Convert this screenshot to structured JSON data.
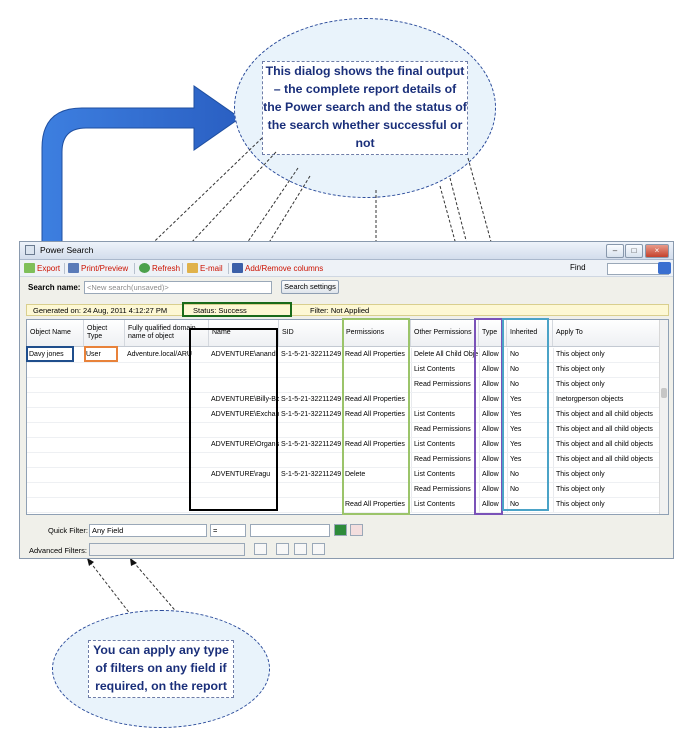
{
  "callouts": {
    "top": "This dialog shows the final output – the complete report details of the Power search and the status of the search whether successful or not",
    "bottom": "You can apply any type of filters on any field if required, on the report"
  },
  "window": {
    "title": "Power Search"
  },
  "toolbar": {
    "export": "Export",
    "print_preview": "Print/Preview",
    "refresh": "Refresh",
    "email": "E-mail",
    "add_remove_columns": "Add/Remove columns",
    "find_label": "Find"
  },
  "search": {
    "label": "Search name:",
    "value": "<New search(unsaved)>",
    "settings_button": "Search settings"
  },
  "status": {
    "generated": "Generated on: 24 Aug, 2011 4:12:27 PM",
    "status": "Status: Success",
    "filter": "Filter: Not Applied"
  },
  "table": {
    "columns": [
      "Object Name",
      "Object Type",
      "Fully qualified domain name of object",
      "Name",
      "SID",
      "Permissions",
      "Other Permissions",
      "Type",
      "Inherited",
      "Apply To"
    ],
    "rows": [
      [
        "Davy jones",
        "User",
        "Adventure.local/ARU",
        "ADVENTURE\\anand",
        "S-1-5-21-32211249",
        "Read All Properties",
        "Delete All Child Obje",
        "Allow",
        "No",
        "This object only"
      ],
      [
        "",
        "",
        "",
        "",
        "",
        "",
        "List Contents",
        "Allow",
        "No",
        "This object only"
      ],
      [
        "",
        "",
        "",
        "",
        "",
        "",
        "Read Permissions",
        "Allow",
        "No",
        "This object only"
      ],
      [
        "",
        "",
        "",
        "ADVENTURE\\Billy-Bowdan",
        "S-1-5-21-32211249",
        "Read All Properties",
        "",
        "Allow",
        "Yes",
        "Inetorgperson objects"
      ],
      [
        "",
        "",
        "",
        "ADVENTURE\\Exchange Tru",
        "S-1-5-21-32211249",
        "Read All Properties",
        "List Contents",
        "Allow",
        "Yes",
        "This object and all child objects"
      ],
      [
        "",
        "",
        "",
        "",
        "",
        "",
        "Read Permissions",
        "Allow",
        "Yes",
        "This object and all child objects"
      ],
      [
        "",
        "",
        "",
        "ADVENTURE\\Organization",
        "S-1-5-21-32211249",
        "Read All Properties",
        "List Contents",
        "Allow",
        "Yes",
        "This object and all child objects"
      ],
      [
        "",
        "",
        "",
        "",
        "",
        "",
        "Read Permissions",
        "Allow",
        "Yes",
        "This object and all child objects"
      ],
      [
        "",
        "",
        "",
        "ADVENTURE\\ragu",
        "S-1-5-21-32211249",
        "Delete",
        "List Contents",
        "Allow",
        "No",
        "This object only"
      ],
      [
        "",
        "",
        "",
        "",
        "",
        "",
        "Read Permissions",
        "Allow",
        "No",
        "This object only"
      ],
      [
        "",
        "",
        "",
        "",
        "",
        "Read All Properties",
        "List Contents",
        "Allow",
        "No",
        "This object only"
      ]
    ]
  },
  "filters": {
    "quick_label": "Quick Filter:",
    "quick_field": "Any Field",
    "operator": "=",
    "advanced_label": "Advanced Filters:"
  },
  "colors": {
    "name_highlight": "#000000",
    "status_highlight": "#1a6b1a",
    "permissions_highlight": "#9bc46a",
    "object_name_highlight": "#1f4e8c",
    "object_type_highlight": "#e8823a",
    "type_highlight": "#7a52b8",
    "inherited_highlight": "#4ba3c7",
    "arrow_blue": "#2f6fd6"
  }
}
